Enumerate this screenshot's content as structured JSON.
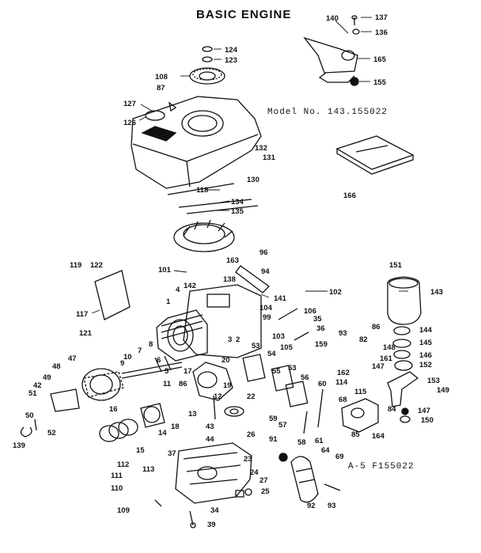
{
  "diagram": {
    "title": "BASIC ENGINE",
    "model": "Model No. 143.155022",
    "figure_id": "A-5  F155022"
  },
  "part_numbers": [
    "140",
    "137",
    "136",
    "165",
    "155",
    "124",
    "123",
    "108",
    "87",
    "127",
    "126",
    "132",
    "131",
    "130",
    "166",
    "118",
    "134",
    "135",
    "96",
    "101",
    "163",
    "94",
    "4",
    "142",
    "138",
    "141",
    "119",
    "122",
    "117",
    "121",
    "1",
    "104",
    "99",
    "102",
    "106",
    "35",
    "36",
    "86",
    "93",
    "82",
    "151",
    "143",
    "144",
    "145",
    "146",
    "152",
    "149",
    "153",
    "147",
    "150",
    "148",
    "161",
    "162",
    "114",
    "147",
    "115",
    "84",
    "164",
    "85",
    "3",
    "2",
    "20",
    "19",
    "53",
    "54",
    "55",
    "53",
    "56",
    "105",
    "103",
    "159",
    "22",
    "59",
    "57",
    "58",
    "61",
    "64",
    "69",
    "60",
    "68",
    "47",
    "48",
    "10",
    "7",
    "8",
    "6",
    "9",
    "5",
    "17",
    "11",
    "86",
    "13",
    "12",
    "15",
    "16",
    "14",
    "18",
    "42",
    "49",
    "51",
    "50",
    "52",
    "139",
    "43",
    "44",
    "26",
    "91",
    "37",
    "23",
    "112",
    "113",
    "111",
    "110",
    "109",
    "24",
    "27",
    "25",
    "92",
    "93",
    "34",
    "39"
  ]
}
